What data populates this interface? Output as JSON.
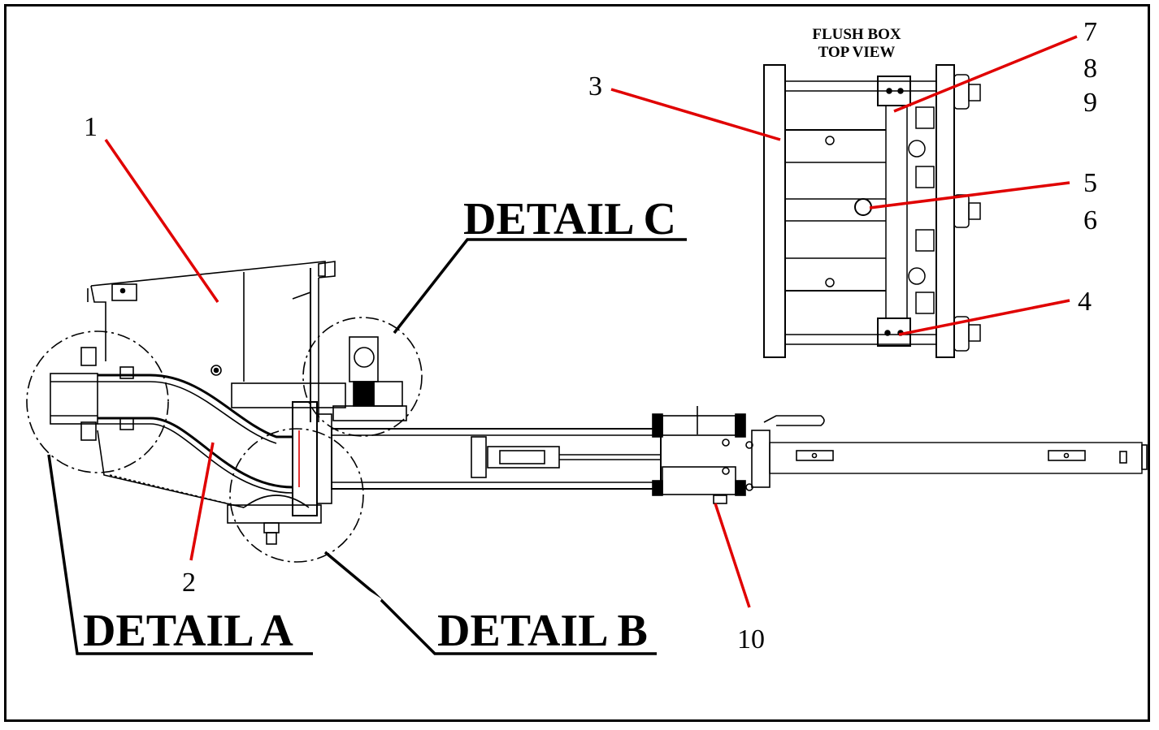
{
  "details": {
    "a": "DETAIL  A",
    "b": "DETAIL B",
    "c": "DETAIL C"
  },
  "top_view_title": {
    "line1": "FLUSH BOX",
    "line2": "TOP VIEW"
  },
  "callouts": {
    "n1": "1",
    "n2": "2",
    "n3": "3",
    "n4": "4",
    "n5": "5",
    "n6": "6",
    "n7": "7",
    "n8": "8",
    "n9": "9",
    "n10": "10"
  },
  "colors": {
    "leader_red": "#e00000",
    "line_black": "#000000"
  }
}
